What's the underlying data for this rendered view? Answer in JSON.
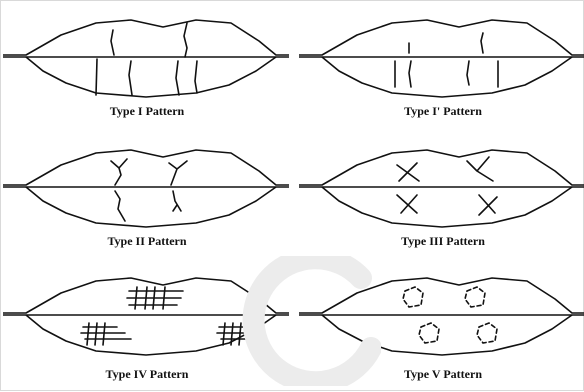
{
  "captions": {
    "type_1": "Type I Pattern",
    "type_1_prime": "Type I' Pattern",
    "type_2": "Type II Pattern",
    "type_3": "Type III Pattern",
    "type_4": "Type IV Pattern",
    "type_5": "Type V Pattern"
  }
}
